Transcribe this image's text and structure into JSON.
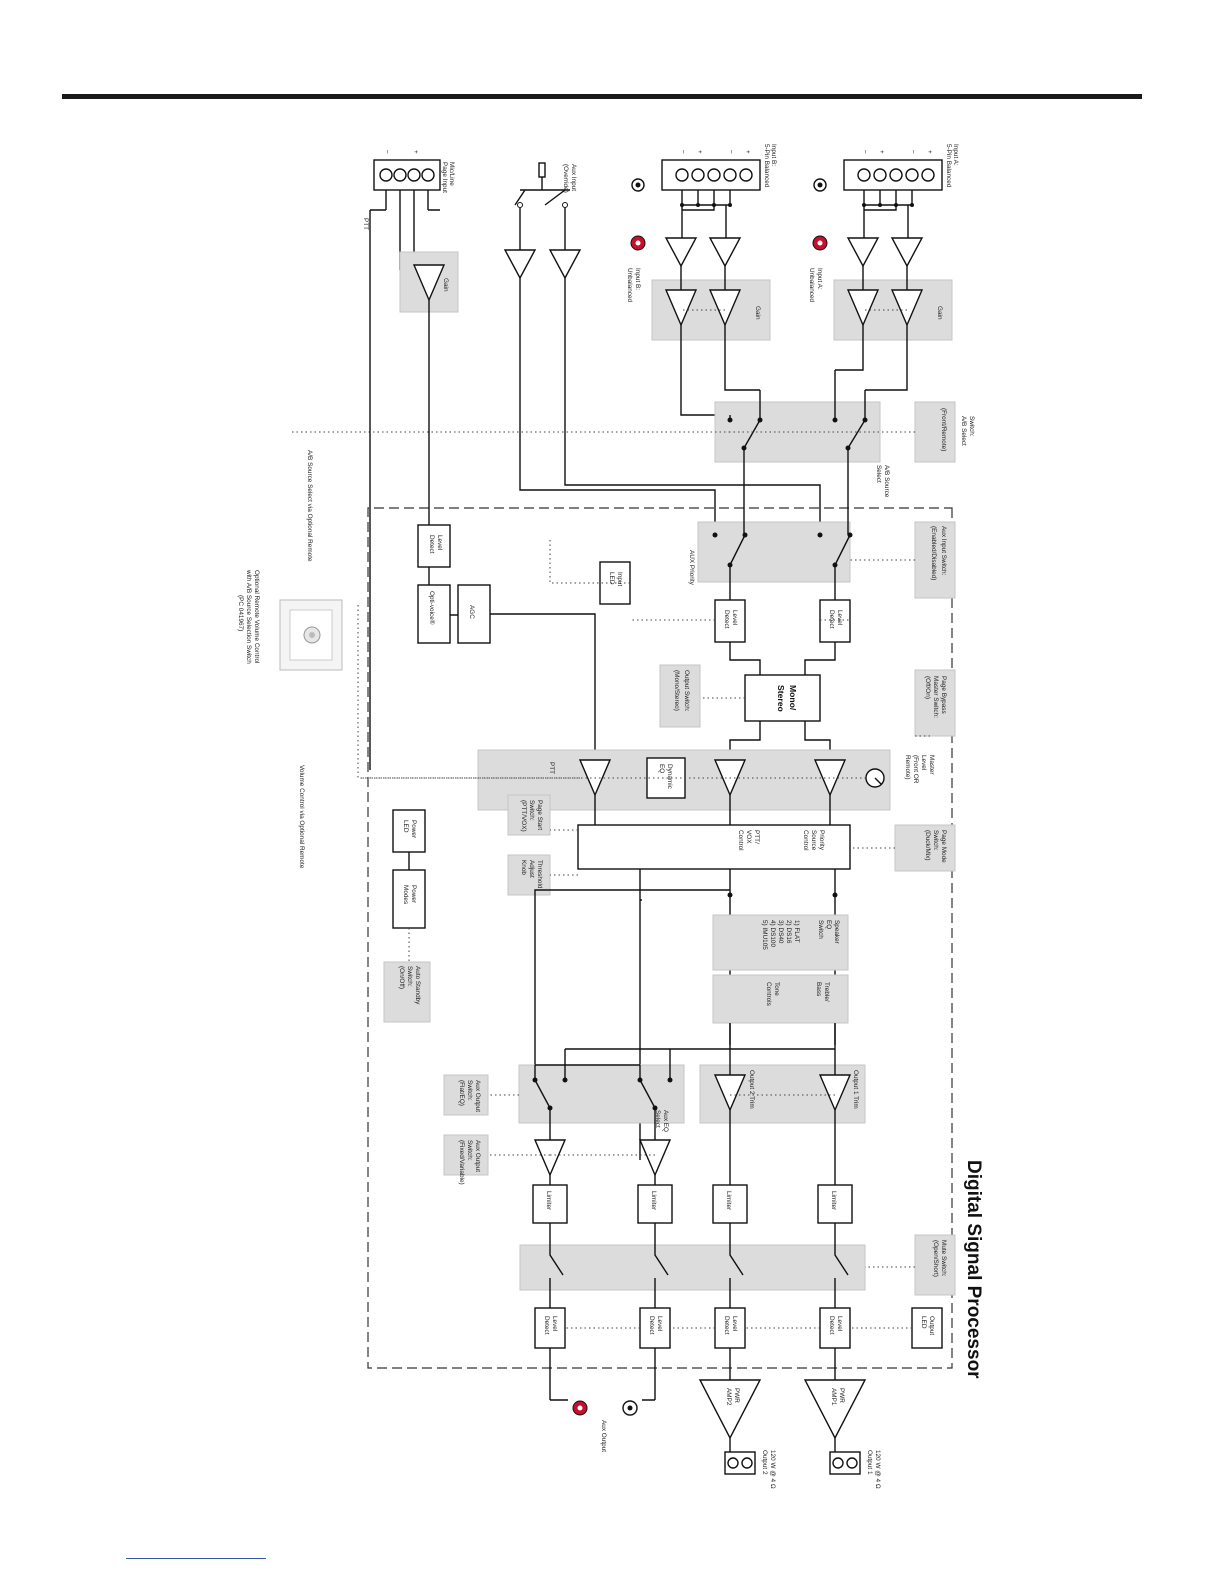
{
  "title": "Digital Signal Processor",
  "inputs": {
    "input_a_balanced": [
      "Input A:",
      "5-Pin Balanced"
    ],
    "input_a_unbalanced": [
      "Input A:",
      "Unbalanced"
    ],
    "input_b_balanced": [
      "Input B:",
      "5-Pin Balanced"
    ],
    "input_b_unbalanced": [
      "Input B:",
      "Unbalanced"
    ],
    "aux_input": [
      "Aux Input",
      "(Override)"
    ],
    "mic_line": [
      "Mic/Line",
      "Page Input"
    ],
    "pin_plus": "+",
    "pin_minus": "–",
    "ptt": "PTT"
  },
  "blocks": {
    "gain": "Gain",
    "ab_select_switch": [
      "A/B Select",
      "Switch:",
      "(Front/Remote)"
    ],
    "ab_source_select": [
      "A/B Source",
      "Select"
    ],
    "ab_remote": "A/B Source Select via Optional Remote",
    "aux_input_switch": [
      "Aux Input Switch:",
      "(Enabled/Disabled)"
    ],
    "aux_priority": "AUX Priority",
    "level_detect": [
      "Level",
      "Detect"
    ],
    "input_led": [
      "Input",
      "LED"
    ],
    "opti_voice": "Opti-voice®",
    "agc": "AGC",
    "output_switch": [
      "Output Switch:",
      "(Mono/Stereo)"
    ],
    "mono_stereo": [
      "Mono/",
      "Stereo"
    ],
    "page_bypass": [
      "Page Bypass",
      "Master Switch:",
      "(Off/On)"
    ],
    "master_level": [
      "Master",
      "Level",
      "(Front OR",
      "Remote)"
    ],
    "dynamic_eq": [
      "Dynamic",
      "EQ"
    ],
    "ptt_label": "PTT",
    "volume_remote": "Volume Control via Optional Remote",
    "remote_caption": [
      "Optional Remote Volume Control",
      "with A/B Source Selection Switch",
      "(PC 041967)"
    ],
    "page_start": [
      "Page Start",
      "Switch:",
      "(PTT/VOX)"
    ],
    "threshold": [
      "Threshold",
      "Adjust",
      "Knob"
    ],
    "priority_control": [
      "Priority",
      "Source",
      "Control"
    ],
    "ptt_vox_control": [
      "PTT/",
      "VOX",
      "Control"
    ],
    "page_mode": [
      "Page Mode",
      "Switch:",
      "(Duck/Mix)"
    ],
    "power_led": [
      "Power",
      "LED"
    ],
    "power_modes": [
      "Power",
      "Modes"
    ],
    "auto_standby": [
      "Auto Standby",
      "Switch:",
      "(On/Off)"
    ],
    "speaker_eq": [
      "Speaker",
      "EQ",
      "Switch"
    ],
    "speaker_eq_options": [
      "1) FLAT",
      "2) DS16",
      "3) DS40",
      "4) DS100",
      "5) IMU105"
    ],
    "tone_controls": [
      "Treble/",
      "Bass",
      "Tone",
      "Controls"
    ],
    "aux_output_switch_eq": [
      "Aux Output",
      "Switch:",
      "(Flat/EQ)"
    ],
    "aux_eq_select": [
      "Aux EQ",
      "Select"
    ],
    "output2_trim": "Output 2 Trim",
    "output1_trim": "Output 1 Trim",
    "aux_output_switch_level": [
      "Aux Output",
      "Switch:",
      "(Fixed/Variable)"
    ],
    "limiter": "Limiter",
    "mute_switch": [
      "Mute Switch:",
      "(Open/Short)"
    ],
    "output_led": [
      "Output",
      "LED"
    ],
    "pwr_amp1": [
      "PWR",
      "AMP1"
    ],
    "pwr_amp2": [
      "PWR",
      "AMP2"
    ],
    "output1": [
      "Output 1",
      "120 W @ 4 Ω"
    ],
    "output2": [
      "Output 2",
      "120 W @ 4 Ω"
    ],
    "aux_output": "Aux Output"
  }
}
